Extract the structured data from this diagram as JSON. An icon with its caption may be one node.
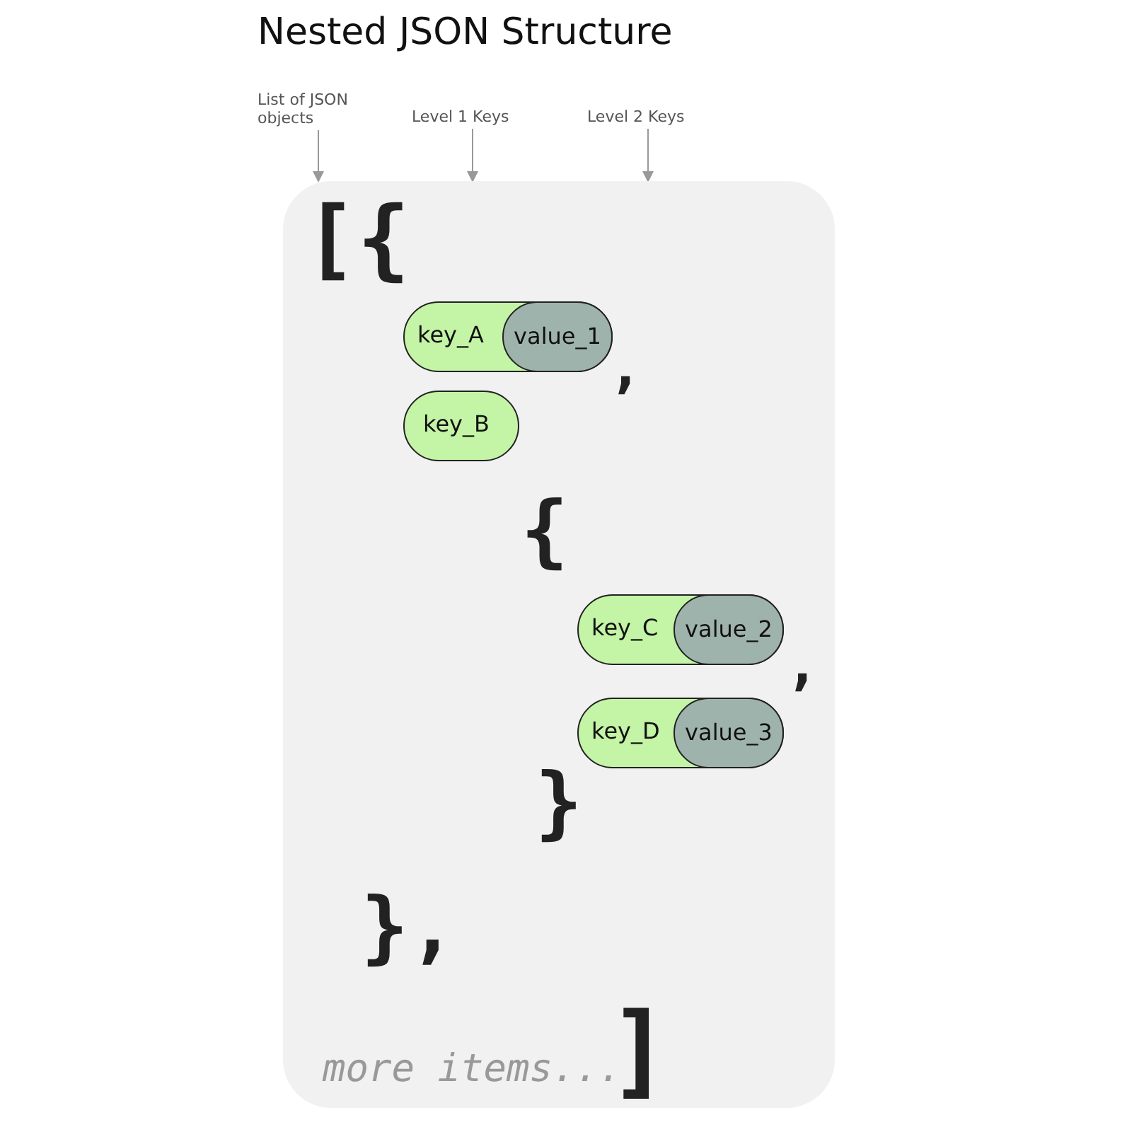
{
  "diagram": {
    "title": "Nested JSON Structure",
    "nodes": [
      {
        "text": [],
        "shape": "box"
      },
      {
        "text": [
          "List of JSON objects"
        ]
      },
      {
        "text": [
          "Level 1 Keys"
        ]
      },
      {
        "text": [
          "Level 2 Keys"
        ]
      },
      {
        "text": [
          "key_A",
          "value_1"
        ],
        "in": 0
      },
      {
        "text": [
          "key_B"
        ],
        "in": 0
      },
      {
        "text": [
          "key_C",
          "value_2"
        ],
        "in": 0
      },
      {
        "text": [
          "key_D",
          "value_3"
        ],
        "in": 0
      }
    ],
    "edges": [
      {
        "from": 1,
        "to": 0,
        "arrow": "to"
      },
      {
        "from": 2,
        "to": 0,
        "arrow": "to"
      },
      {
        "from": 3,
        "to": 0,
        "arrow": "to"
      }
    ],
    "labels": [
      "[{",
      ",",
      "{",
      ",",
      "}",
      "},",
      "more items...",
      "]"
    ]
  }
}
